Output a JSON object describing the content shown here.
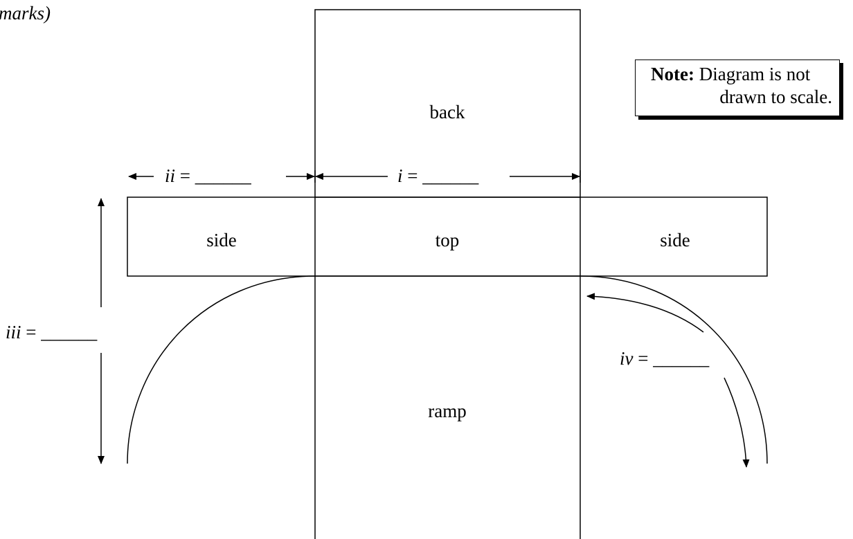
{
  "header_fragment": "marks)",
  "panels": {
    "back": "back",
    "top": "top",
    "ramp": "ramp",
    "side_left": "side",
    "side_right": "side"
  },
  "measurements": {
    "i": {
      "var": "i",
      "eq": " = ______"
    },
    "ii": {
      "var": "ii",
      "eq": " = ______"
    },
    "iii": {
      "var": "iii",
      "eq": " = ______"
    },
    "iv": {
      "var": "iv",
      "eq": " = ______"
    }
  },
  "note": {
    "bold": "Note:",
    "line1": " Diagram is not",
    "line2": "drawn to scale."
  }
}
